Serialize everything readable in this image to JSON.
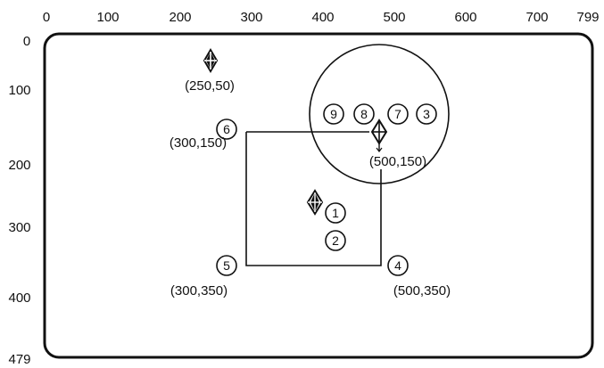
{
  "x_ticks": [
    "0",
    "100",
    "200",
    "300",
    "400",
    "500",
    "600",
    "700",
    "799"
  ],
  "y_ticks": [
    "0",
    "100",
    "200",
    "300",
    "400",
    "479"
  ],
  "coord_labels": {
    "p250_50": "(250,50)",
    "p300_150": "(300,150)",
    "p500_150": "(500,150)",
    "p300_350": "(300,350)",
    "p500_350": "(500,350)"
  },
  "markers": {
    "m1": "1",
    "m2": "2",
    "m3": "3",
    "m4": "4",
    "m5": "5",
    "m6": "6",
    "m7": "7",
    "m8": "8",
    "m9": "9"
  },
  "icons": {
    "cursor": "diamond-crosshair-icon",
    "marker": "numbered-circle-icon"
  }
}
